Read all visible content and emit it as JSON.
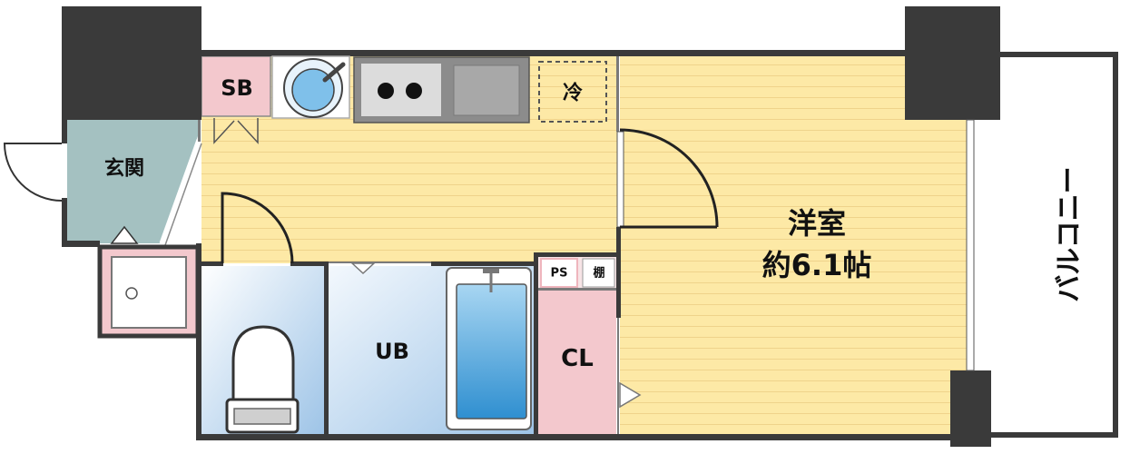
{
  "labels": {
    "entrance": "玄関",
    "shoe_box": "SB",
    "fridge": "冷",
    "unit_bath": "UB",
    "pipe_space": "PS",
    "shelf": "棚",
    "closet": "CL",
    "western_room": "洋室",
    "western_room_size": "約6.1帖",
    "balcony": "バルコニー"
  },
  "colors": {
    "floor": "#FDE9A6",
    "floor_line": "#EFD38B",
    "entrance": "#A4C1C1",
    "pink": "#F3C8CD",
    "wall": "#3A3A3A",
    "bath_light": "#F3F8FD",
    "bath_blue": "#9EC4E7",
    "tub_light": "#A8D6F2",
    "tub_blue": "#2F8FD0"
  }
}
